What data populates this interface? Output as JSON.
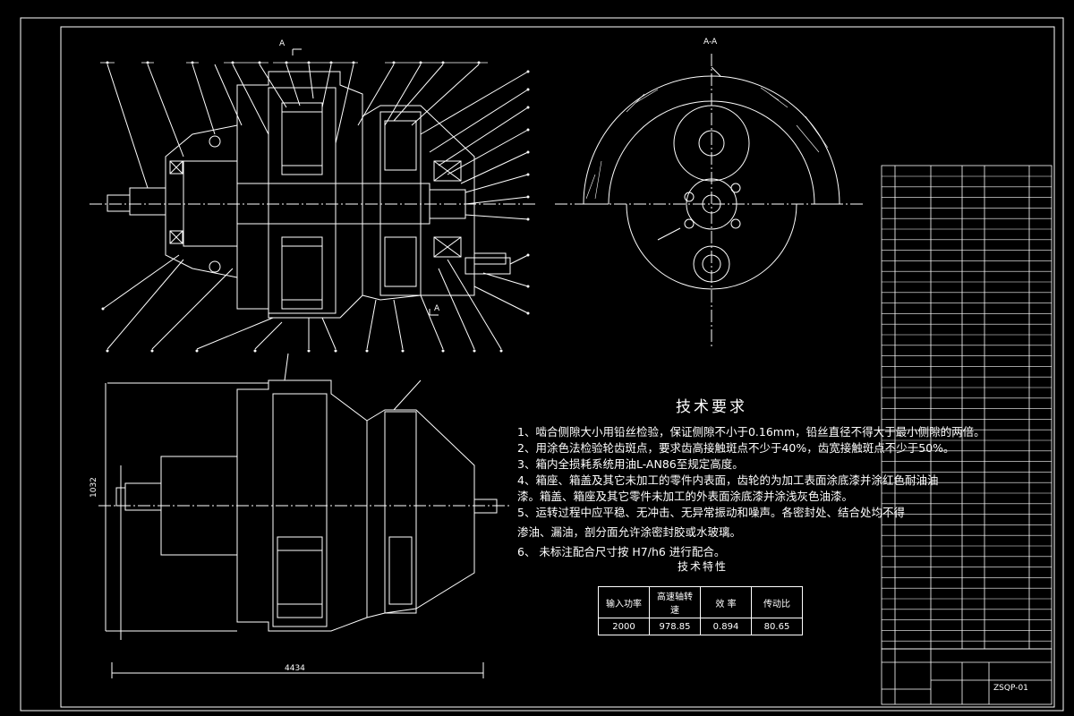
{
  "drawing": {
    "section_label": "A-A",
    "marker_a": "A",
    "dim_width": "4434",
    "dim_height": "1032",
    "drawing_number": "ZSQP-01"
  },
  "tech_requirements": {
    "title": "技术要求",
    "lines": [
      "1、啮合侧隙大小用铅丝检验，保证侧隙不小于0.16mm，铅丝直径不得大于最小侧隙的两倍。",
      "2、用涂色法检验轮齿斑点，要求齿高接触斑点不少于40%，齿宽接触斑点不少于50%。",
      "3、箱内全损耗系统用油L-AN86至规定高度。",
      "4、箱座、箱盖及其它未加工的零件内表面，齿轮的为加工表面涂底漆并涂红色耐油油",
      "漆。箱盖、箱座及其它零件未加工的外表面涂底漆并涂浅灰色油漆。",
      "5、运转过程中应平稳、无冲击、无异常振动和噪声。各密封处、结合处均不得",
      "渗油、漏油，剖分面允许涂密封胶或水玻璃。",
      "6、 未标注配合尺寸按 H7/h6 进行配合。"
    ]
  },
  "tech_characteristics": {
    "title": "技术特性",
    "headers": [
      "输入功率",
      "高速轴转速",
      "效 率",
      "传动比"
    ],
    "values": [
      "2000",
      "978.85",
      "0.894",
      "80.65"
    ]
  },
  "colors": {
    "background": "#000000",
    "lines": "#ffffff"
  }
}
